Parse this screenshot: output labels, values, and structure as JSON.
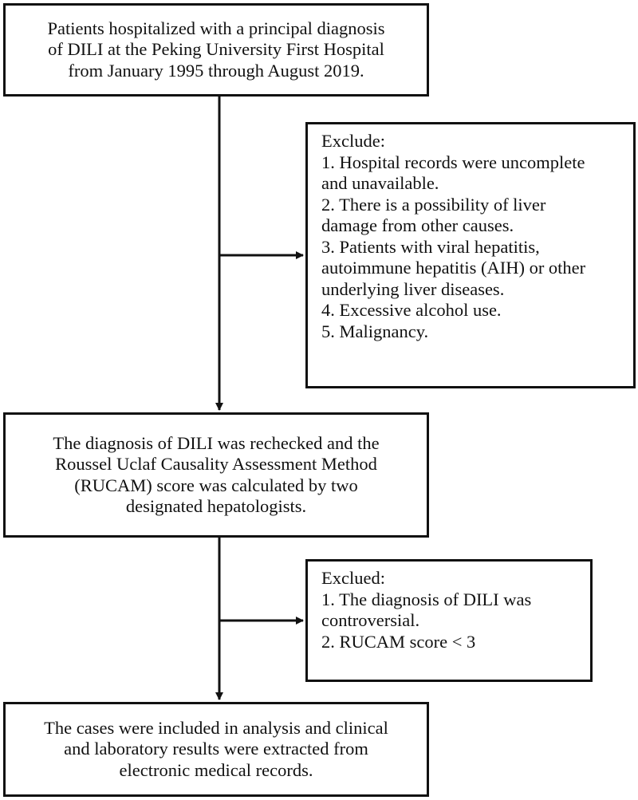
{
  "boxes": {
    "start": {
      "lines": [
        "Patients hospitalized with a principal diagnosis",
        "of DILI at the Peking University First Hospital",
        "from January 1995 through August 2019."
      ]
    },
    "exclude_1": {
      "heading": "Exclude:",
      "items": [
        "1. Hospital records were uncomplete",
        "and unavailable.",
        "2. There is a possibility of liver",
        "damage from other causes.",
        "3. Patients with viral hepatitis,",
        "autoimmune hepatitis (AIH) or other",
        "underlying liver diseases.",
        "4. Excessive alcohol use.",
        "5. Malignancy."
      ]
    },
    "recheck": {
      "lines": [
        "The diagnosis of DILI was rechecked and the",
        "Roussel Uclaf Causality Assessment Method",
        "(RUCAM) score was calculated by two",
        "designated hepatologists."
      ]
    },
    "exclude_2": {
      "heading": "Exclued:",
      "items": [
        "1. The diagnosis of DILI was",
        "controversial.",
        "2. RUCAM score < 3"
      ]
    },
    "final": {
      "lines": [
        "The cases were included in analysis and clinical",
        "and laboratory results were extracted from",
        "electronic medical records."
      ]
    }
  }
}
